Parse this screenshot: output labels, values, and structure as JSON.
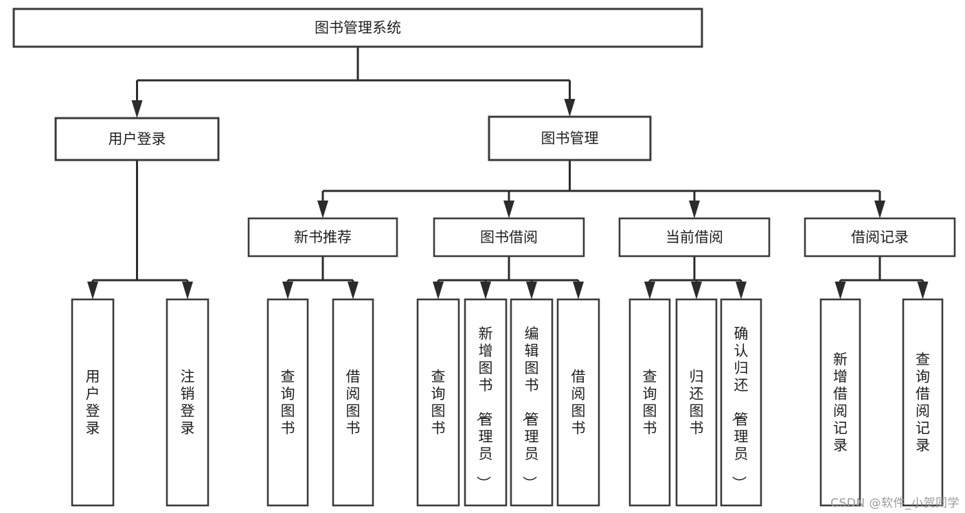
{
  "diagram": {
    "type": "tree",
    "title": "图书管理系统",
    "orientation": "top-down",
    "colors": {
      "background": "#ffffff",
      "box_stroke": "#3a3a3a",
      "connector": "#2b2b2b",
      "text": "#1f1f1f",
      "watermark": "#9a9a9a"
    },
    "nodes": {
      "root": {
        "label": "图书管理系统",
        "level": 1,
        "orientation": "horizontal"
      },
      "user_login": {
        "label": "用户登录",
        "level": 2,
        "orientation": "horizontal"
      },
      "book_manage": {
        "label": "图书管理",
        "level": 2,
        "orientation": "horizontal"
      },
      "new_book_rec": {
        "label": "新书推荐",
        "level": 3,
        "orientation": "horizontal"
      },
      "book_borrow": {
        "label": "图书借阅",
        "level": 3,
        "orientation": "horizontal"
      },
      "current_borrow": {
        "label": "当前借阅",
        "level": 3,
        "orientation": "horizontal"
      },
      "borrow_record": {
        "label": "借阅记录",
        "level": 3,
        "orientation": "horizontal"
      },
      "leaf_user_login": {
        "label": "用户登录",
        "level": 4,
        "orientation": "vertical"
      },
      "leaf_logout": {
        "label": "注销登录",
        "level": 4,
        "orientation": "vertical"
      },
      "leaf_query_book_1": {
        "label": "查询图书",
        "level": 4,
        "orientation": "vertical"
      },
      "leaf_borrow_book_1": {
        "label": "借阅图书",
        "level": 4,
        "orientation": "vertical"
      },
      "leaf_query_book_2": {
        "label": "查询图书",
        "level": 4,
        "orientation": "vertical"
      },
      "leaf_add_book": {
        "label": "新增图书（管理员）",
        "level": 4,
        "orientation": "vertical"
      },
      "leaf_edit_book": {
        "label": "编辑图书（管理员）",
        "level": 4,
        "orientation": "vertical"
      },
      "leaf_borrow_book_2": {
        "label": "借阅图书",
        "level": 4,
        "orientation": "vertical"
      },
      "leaf_query_book_3": {
        "label": "查询图书",
        "level": 4,
        "orientation": "vertical"
      },
      "leaf_return_book": {
        "label": "归还图书",
        "level": 4,
        "orientation": "vertical"
      },
      "leaf_confirm_return": {
        "label": "确认归还（管理员）",
        "level": 4,
        "orientation": "vertical"
      },
      "leaf_add_record": {
        "label": "新增借阅记录",
        "level": 4,
        "orientation": "vertical"
      },
      "leaf_query_record": {
        "label": "查询借阅记录",
        "level": 4,
        "orientation": "vertical"
      }
    },
    "edges": [
      {
        "from": "root",
        "to": "user_login"
      },
      {
        "from": "root",
        "to": "book_manage"
      },
      {
        "from": "user_login",
        "to": "leaf_user_login"
      },
      {
        "from": "user_login",
        "to": "leaf_logout"
      },
      {
        "from": "book_manage",
        "to": "new_book_rec"
      },
      {
        "from": "book_manage",
        "to": "book_borrow"
      },
      {
        "from": "book_manage",
        "to": "current_borrow"
      },
      {
        "from": "book_manage",
        "to": "borrow_record"
      },
      {
        "from": "new_book_rec",
        "to": "leaf_query_book_1"
      },
      {
        "from": "new_book_rec",
        "to": "leaf_borrow_book_1"
      },
      {
        "from": "book_borrow",
        "to": "leaf_query_book_2"
      },
      {
        "from": "book_borrow",
        "to": "leaf_add_book"
      },
      {
        "from": "book_borrow",
        "to": "leaf_edit_book"
      },
      {
        "from": "book_borrow",
        "to": "leaf_borrow_book_2"
      },
      {
        "from": "current_borrow",
        "to": "leaf_query_book_3"
      },
      {
        "from": "current_borrow",
        "to": "leaf_return_book"
      },
      {
        "from": "current_borrow",
        "to": "leaf_confirm_return"
      },
      {
        "from": "borrow_record",
        "to": "leaf_add_record"
      },
      {
        "from": "borrow_record",
        "to": "leaf_query_record"
      }
    ]
  },
  "watermark": {
    "text": "CSDN @软件_小贺同学"
  }
}
